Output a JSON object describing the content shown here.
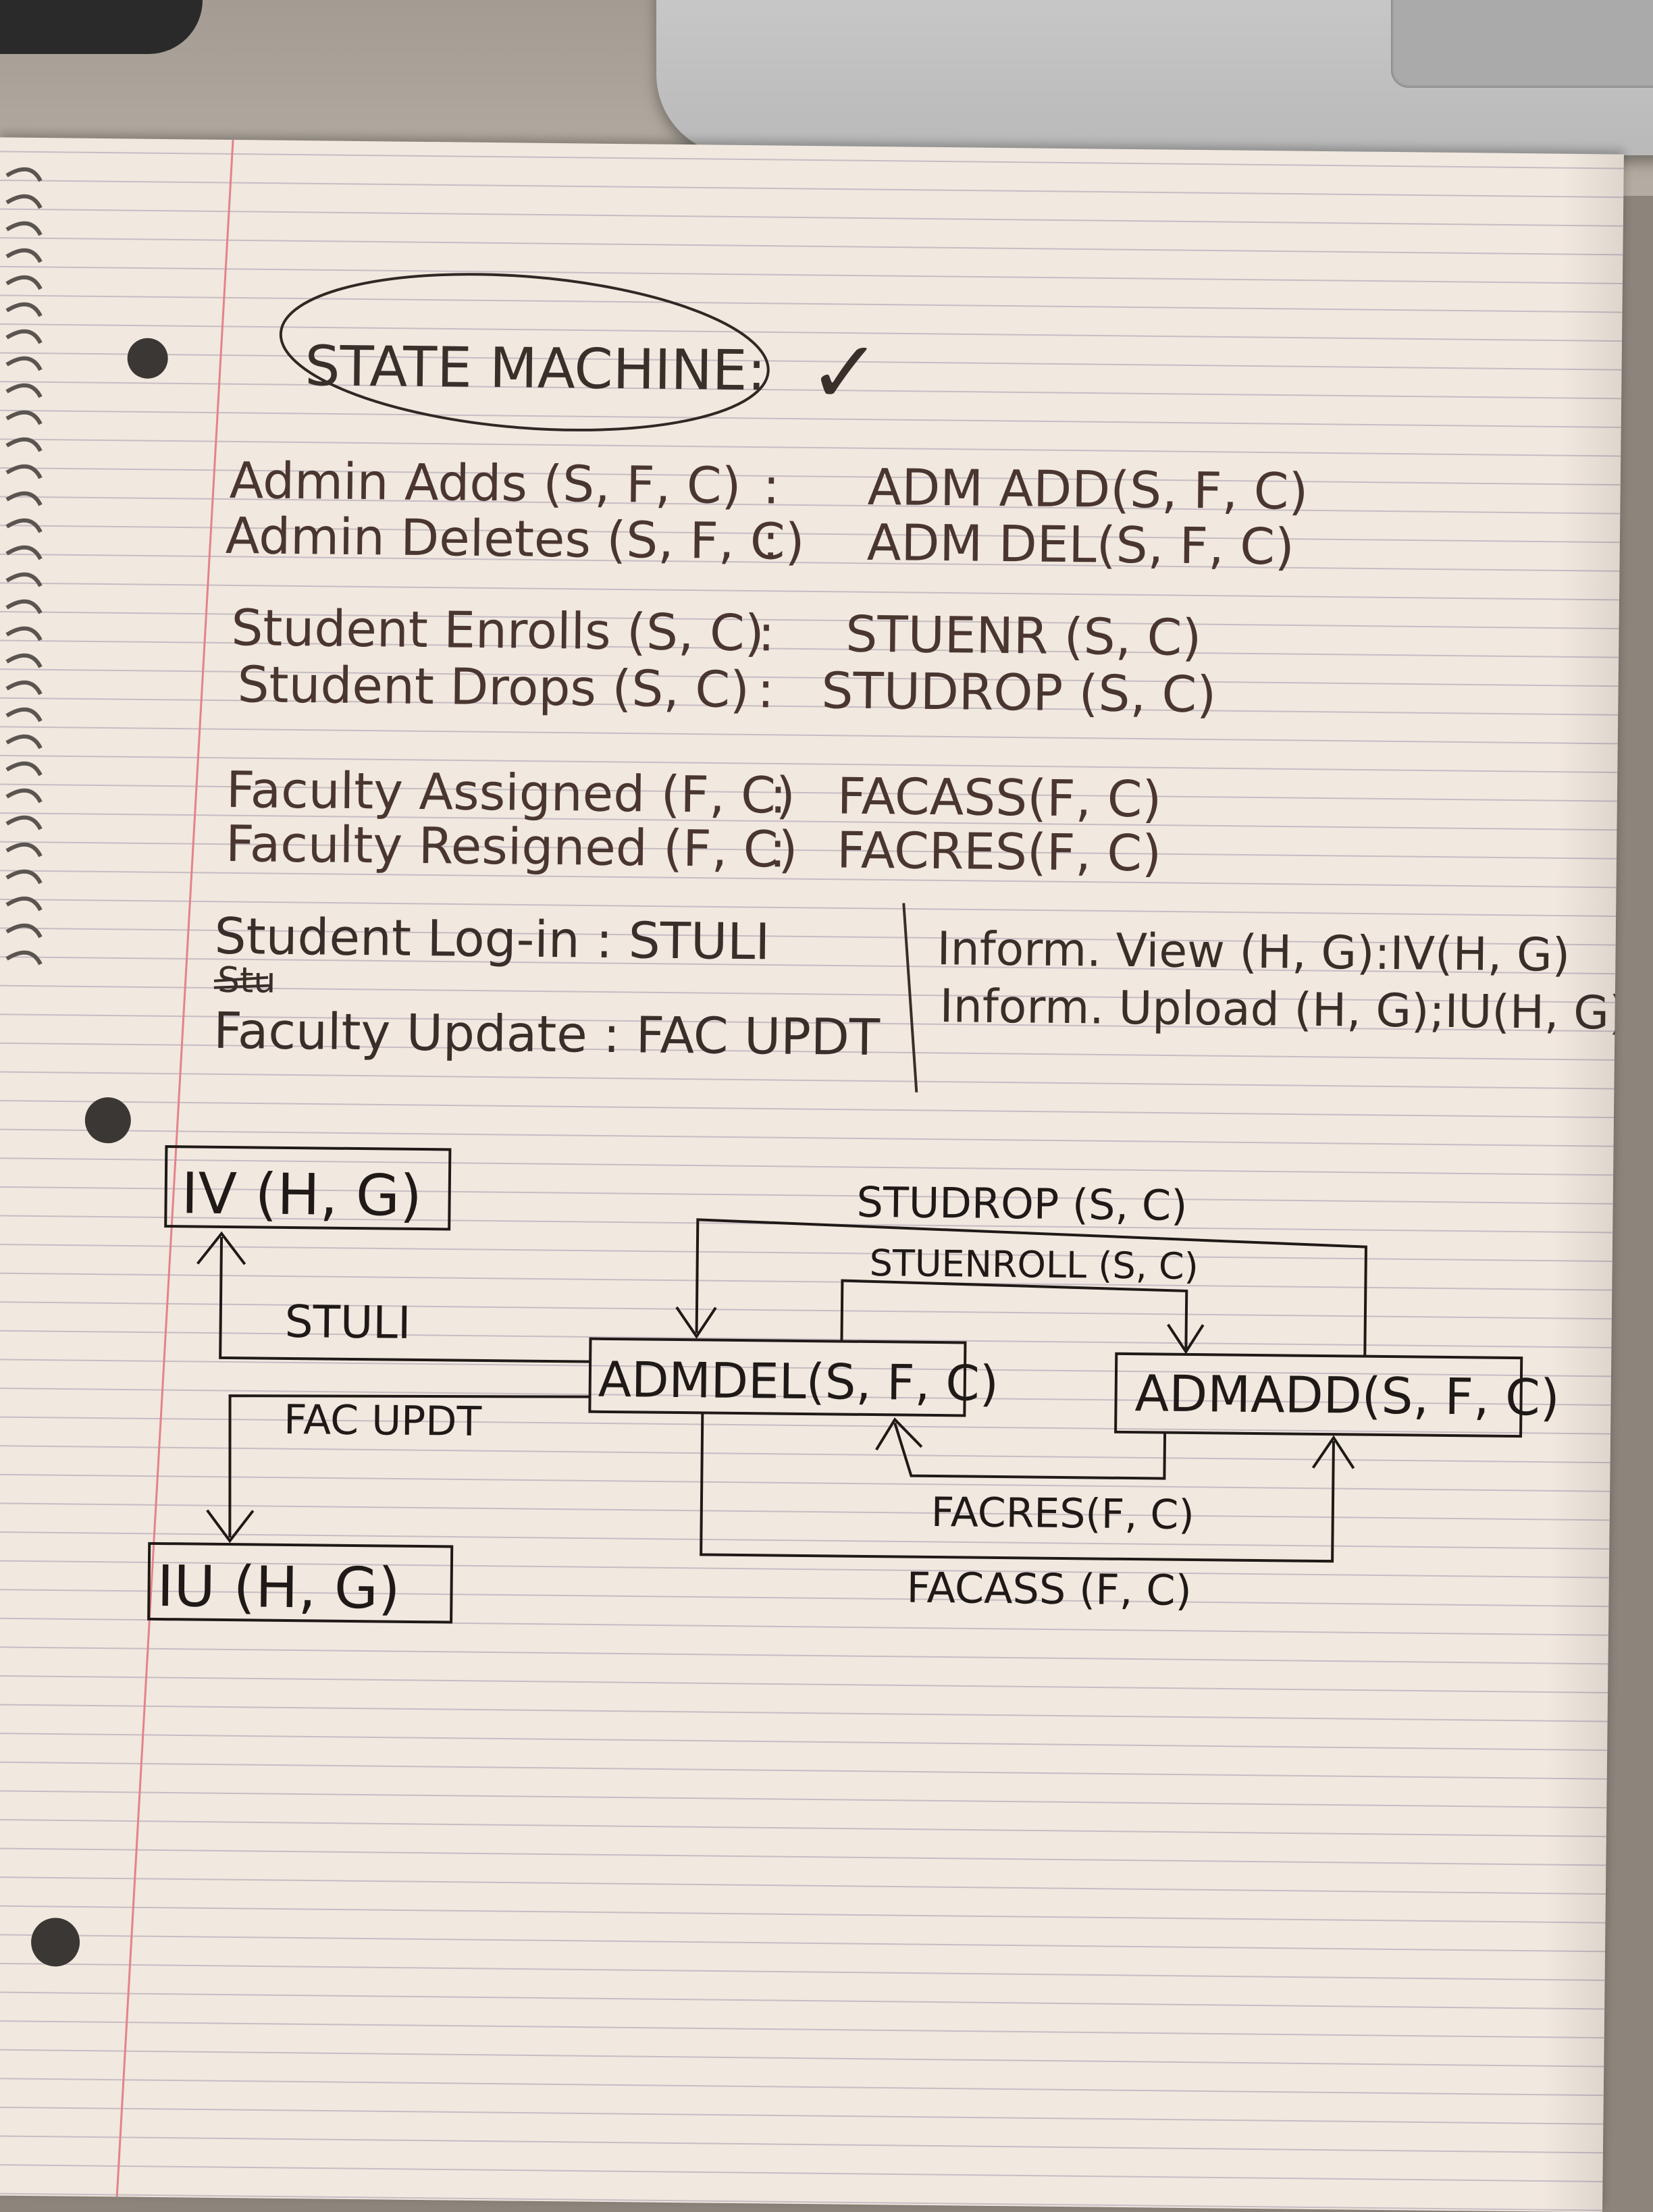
{
  "header": {
    "title": "STATE MACHINE:",
    "check": "✓"
  },
  "events": [
    {
      "name": "Admin Adds (S, F, C)",
      "code": "ADM ADD(S, F, C)"
    },
    {
      "name": "Admin Deletes (S, F, C)",
      "code": "ADM DEL(S, F, C)"
    },
    {
      "name": "Student Enrolls (S, C)",
      "code": "STUENR (S, C)"
    },
    {
      "name": "Student Drops (S, C)",
      "code": "STUDROP (S, C)"
    },
    {
      "name": "Faculty Assigned (F, C)",
      "code": "FACASS(F, C)"
    },
    {
      "name": "Faculty Resigned (F, C)",
      "code": "FACRES(F, C)"
    }
  ],
  "left_col": [
    {
      "name": "Student Log-in",
      "code": "STULI"
    },
    {
      "name": "Faculty Update",
      "code": "FAC UPDT"
    }
  ],
  "right_col": [
    {
      "name": "Inform. View (H, G)",
      "code": "IV(H, G)"
    },
    {
      "name": "Inform. Upload (H, G)",
      "code": "IU(H, G)"
    }
  ],
  "strikeout": "Stu",
  "diagram": {
    "states": {
      "iv": "IV (H, G)",
      "iu": "IU (H, G)",
      "admdel": "ADMDEL(S, F, C)",
      "admadd": "ADMADD(S, F, C)"
    },
    "edges": {
      "stuli": "STULI",
      "facupdt": "FAC UPDT",
      "studrop": "STUDROP (S, C)",
      "stuenroll": "STUENROLL (S, C)",
      "facres": "FACRES(F, C)",
      "facass": "FACASS (F, C)"
    }
  },
  "colors": {
    "ink": "#2a221e",
    "ink_brown": "#4a3630",
    "paper": "#f1e8df",
    "rule": "#c6bcc4",
    "margin": "#e4838a"
  }
}
